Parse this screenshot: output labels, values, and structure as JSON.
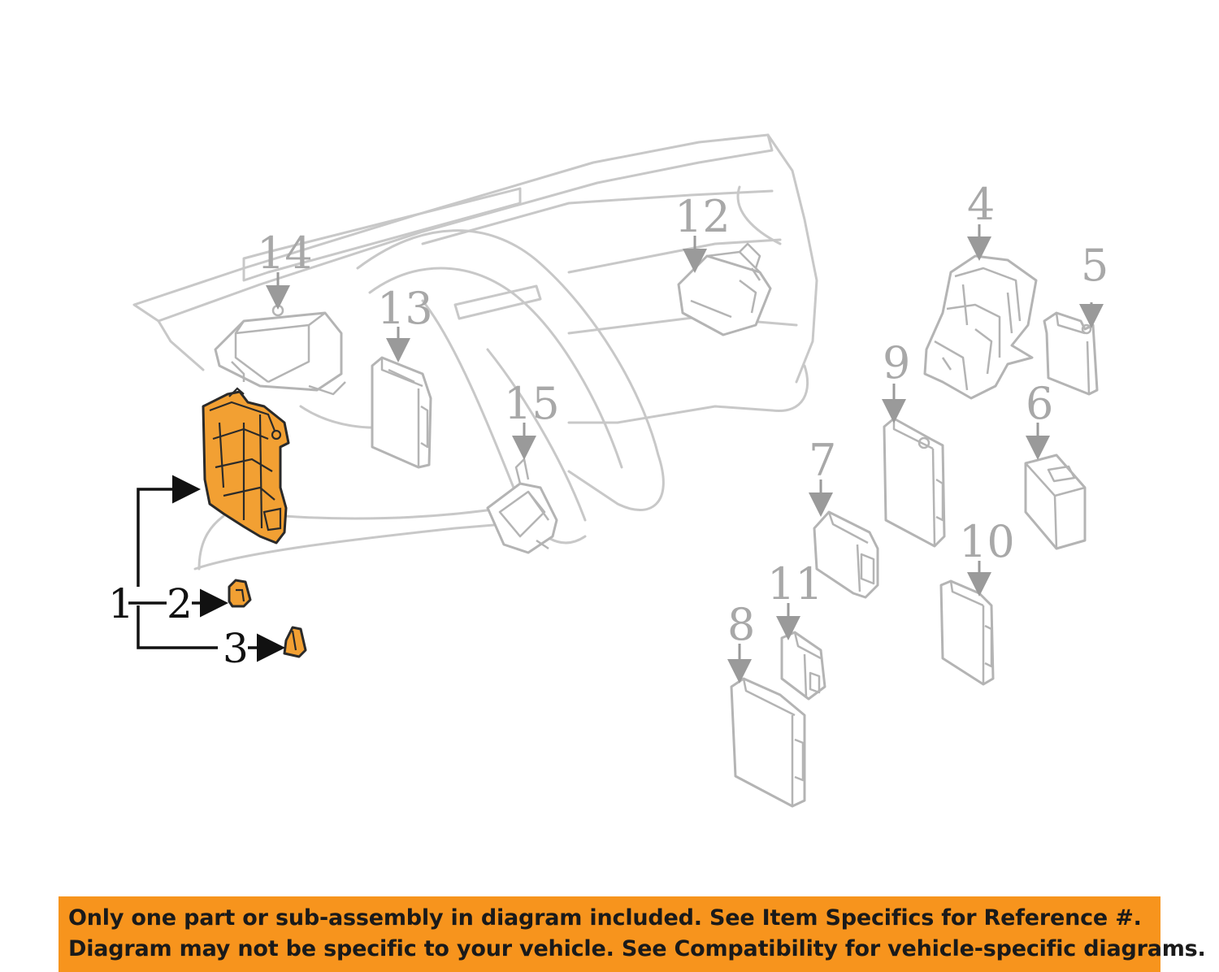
{
  "diagram": {
    "callouts": {
      "c1": "1",
      "c2": "2",
      "c3": "3",
      "c4": "4",
      "c5": "5",
      "c6": "6",
      "c7": "7",
      "c8": "8",
      "c9": "9",
      "c10": "10",
      "c11": "11",
      "c12": "12",
      "c13": "13",
      "c14": "14",
      "c15": "15"
    },
    "highlight_color": "#f2a033"
  },
  "disclaimer": {
    "line1": "Only one part or sub-assembly in diagram included. See Item Specifics for Reference #.",
    "line2": "Diagram may not be specific to your vehicle. See Compatibility for vehicle-specific diagrams.",
    "background": "#f7941d"
  }
}
